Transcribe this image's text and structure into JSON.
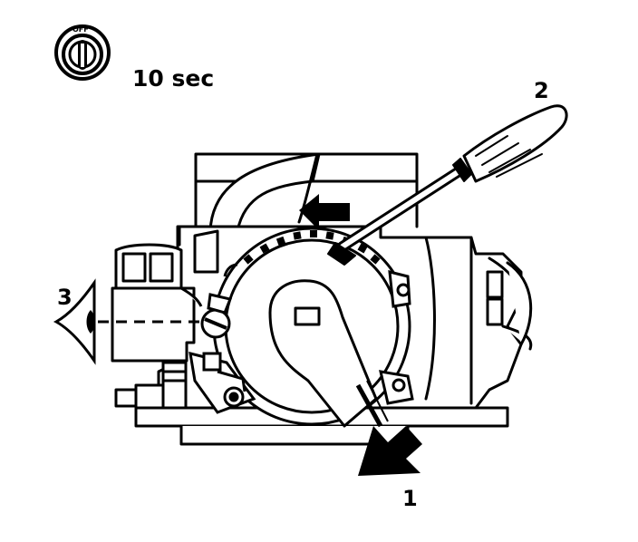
{
  "ignition_switch": {
    "position_label": "OFF",
    "icon": "ignition-key-switch-icon"
  },
  "duration_label": "10 sec",
  "callouts": {
    "one": "1",
    "two": "2",
    "three": "3"
  },
  "colors": {
    "ink": "#000000",
    "paper": "#ffffff"
  }
}
